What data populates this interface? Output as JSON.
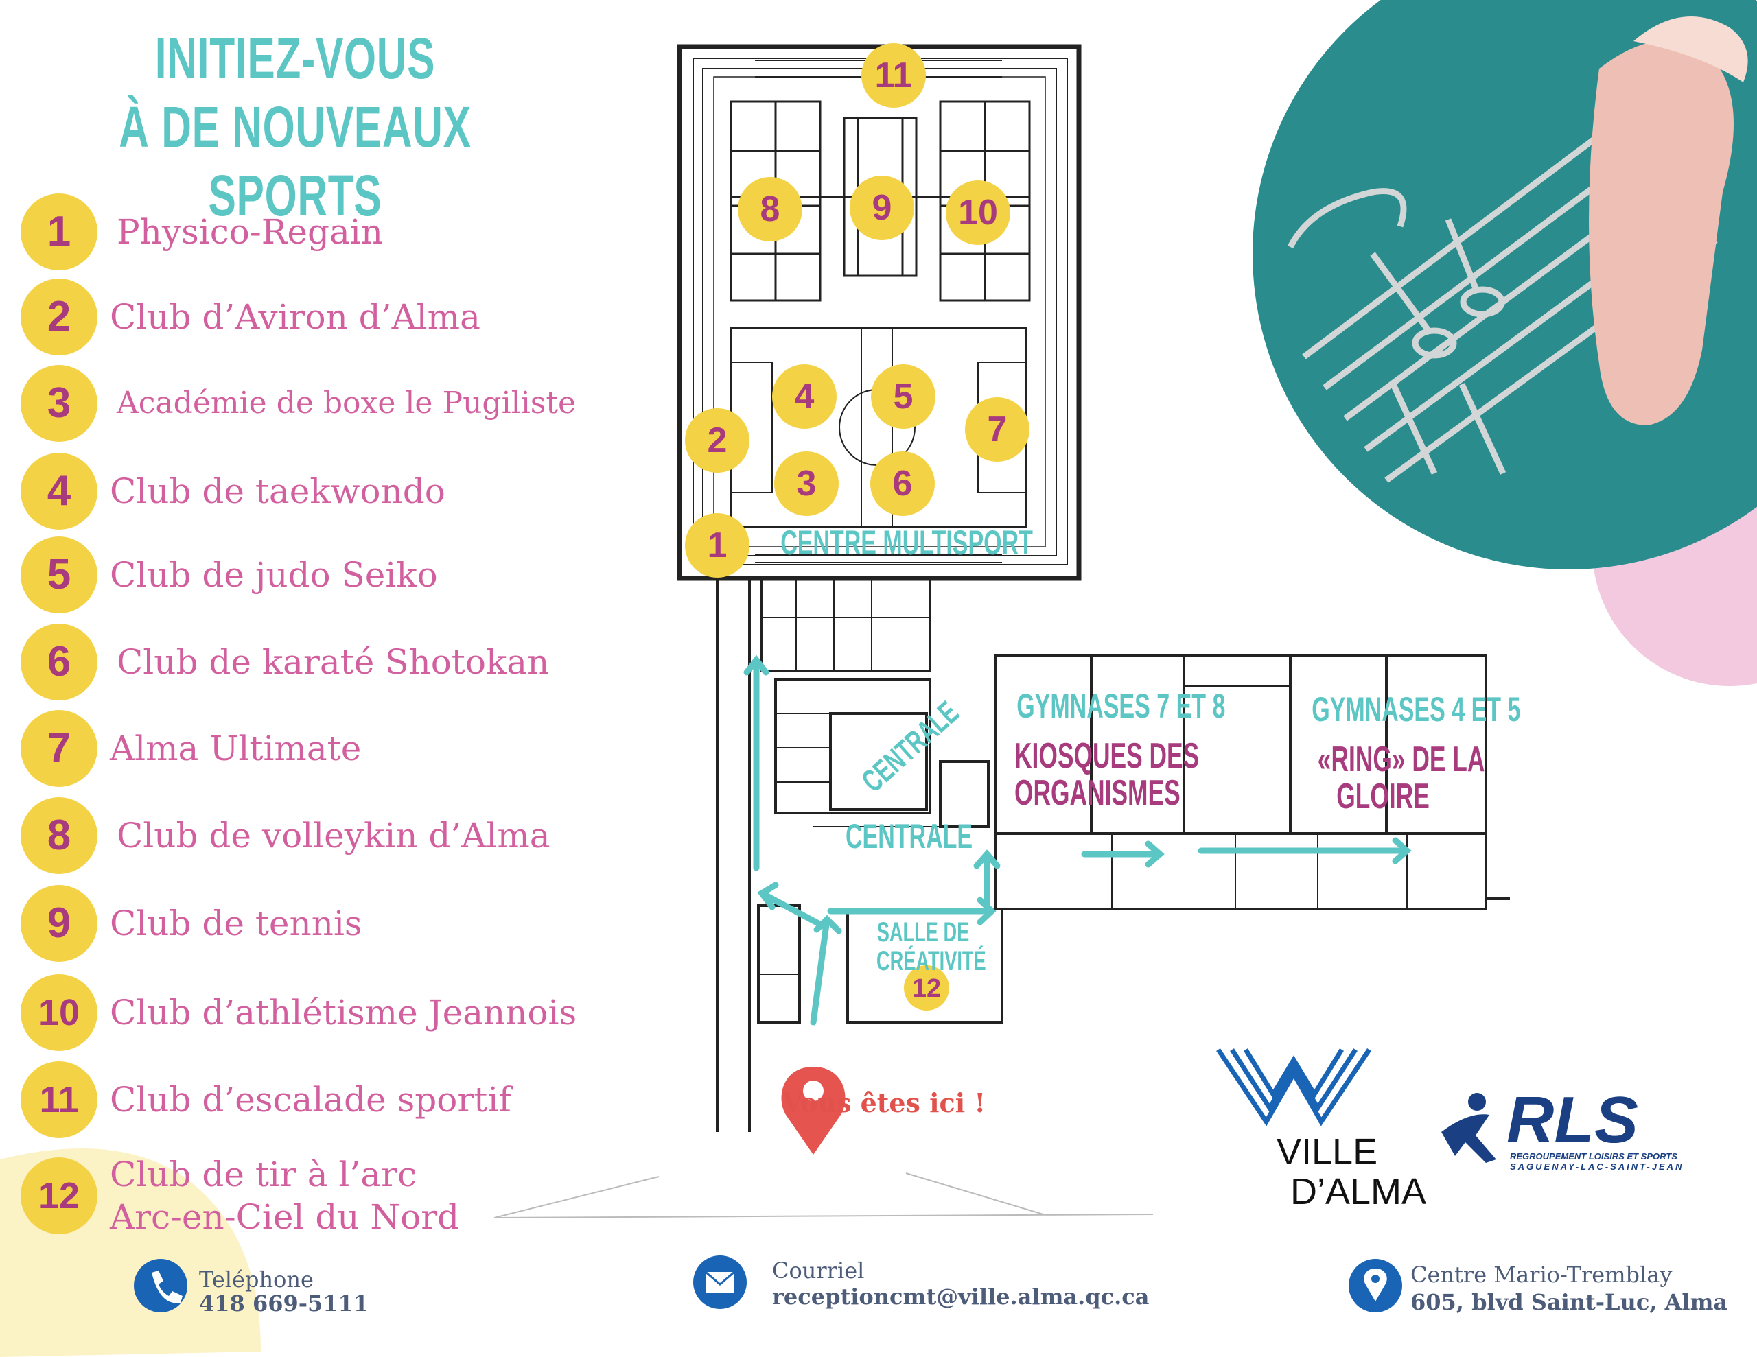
{
  "header": {
    "title_line1": "INITIEZ-VOUS",
    "title_line2": "À DE NOUVEAUX SPORTS"
  },
  "legend": [
    {
      "number": "1",
      "label": "Physico-Regain"
    },
    {
      "number": "2",
      "label": "Club d’Aviron d’Alma"
    },
    {
      "number": "3",
      "label": "Académie de boxe le Pugiliste"
    },
    {
      "number": "4",
      "label": "Club de taekwondo"
    },
    {
      "number": "5",
      "label": "Club de judo Seiko"
    },
    {
      "number": "6",
      "label": "Club de karaté Shotokan"
    },
    {
      "number": "7",
      "label": "Alma Ultimate"
    },
    {
      "number": "8",
      "label": "Club de volleykin d’Alma"
    },
    {
      "number": "9",
      "label": "Club de tennis"
    },
    {
      "number": "10",
      "label": "Club d’athlétisme Jeannois"
    },
    {
      "number": "11",
      "label": "Club d’escalade sportif"
    },
    {
      "number": "12",
      "label": "Club de tir à l’arc",
      "label2": "Arc-en-Ciel du Nord"
    }
  ],
  "map": {
    "zones": {
      "multisport": "CENTRE MULTISPORT",
      "centrale_diag": "CENTRALE",
      "centrale": "CENTRALE",
      "salle_line1": "SALLE DE",
      "salle_line2": "CRÉATIVITÉ",
      "gym78": "GYMNASES 7 ET 8",
      "kiosques_line1": "KIOSQUES DES",
      "kiosques_line2": "ORGANISMES",
      "gym45": "GYMNASES 4 ET 5",
      "ring_line1": "«RING» DE LA",
      "ring_line2": "GLOIRE"
    },
    "markers": [
      "1",
      "2",
      "3",
      "4",
      "5",
      "6",
      "7",
      "8",
      "9",
      "10",
      "11",
      "12"
    ],
    "you_are_here": "Vous êtes ici !",
    "route_color": "#5cc6c4",
    "marker_color": "#f4d246",
    "marker_text_color": "#a83b7e"
  },
  "logos": {
    "alma_line1": "VILLE",
    "alma_line2": "D’ALMA",
    "rls": "RLS",
    "rls_line1": "REGROUPEMENT LOISIRS ET SPORTS",
    "rls_line2": "SAGUENAY-LAC-SAINT-JEAN"
  },
  "footer": {
    "phone_label": "Teléphone",
    "phone_value": "418 669-5111",
    "email_label": "Courriel",
    "email_value": "receptioncmt@ville.alma.qc.ca",
    "address_label": "Centre Mario-Tremblay",
    "address_value": "605, blvd Saint-Luc, Alma"
  },
  "colors": {
    "teal": "#5cc6c4",
    "pink": "#d2609f",
    "yellow": "#f4d246",
    "magenta": "#a83b7e",
    "blue": "#1a64b5"
  }
}
